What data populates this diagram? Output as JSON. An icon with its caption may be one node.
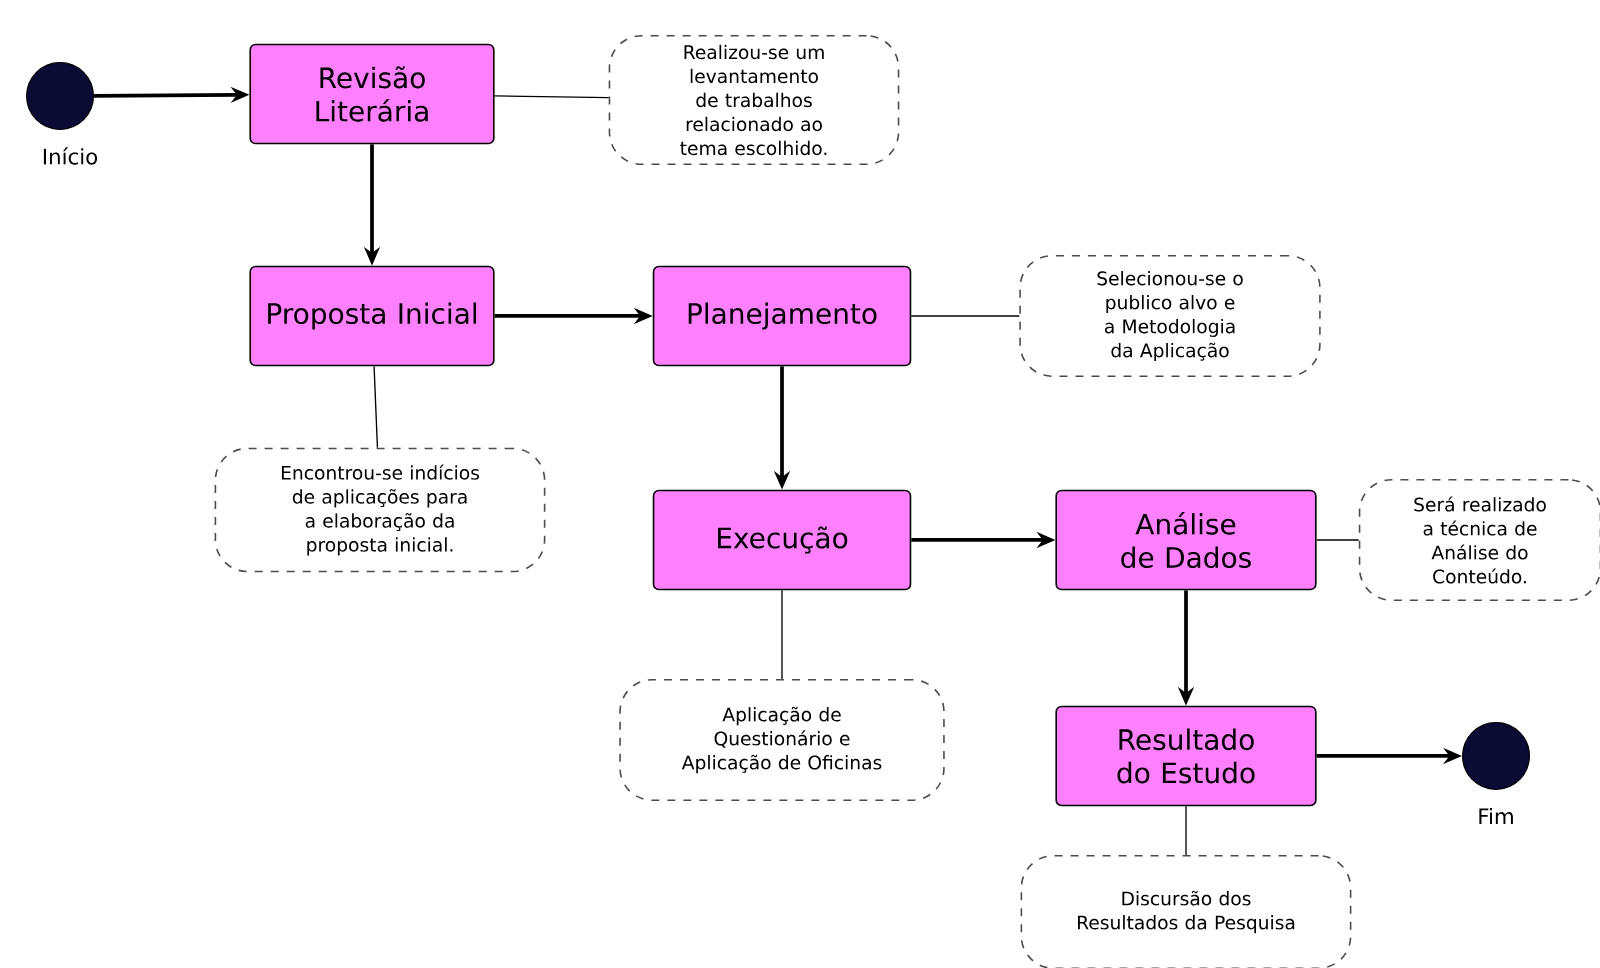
{
  "diagram": {
    "nodes": [
      {
        "text": [],
        "shape": "circle",
        "beside": [
          "Início"
        ]
      },
      {
        "text": [
          "Revisão Literária"
        ]
      },
      {
        "text": [
          "Realizou-se um levantamento de trabalhos relacionado ao tema escolhido."
        ]
      },
      {
        "text": [
          "Proposta Inicial"
        ]
      },
      {
        "text": [
          "Planejamento"
        ]
      },
      {
        "text": [
          "Selecionou-se o publico alvo e a Metodologia da Aplicação"
        ]
      },
      {
        "text": [
          "Encontrou-se indícios de aplicações para a elaboração da proposta inicial."
        ]
      },
      {
        "text": [
          "Execução"
        ]
      },
      {
        "text": [
          "Análise de Dados"
        ]
      },
      {
        "text": [
          "Será realizado a técnica de Análise do Conteúdo."
        ]
      },
      {
        "text": [
          "Aplicação de Questionário e Aplicação de Oficinas"
        ]
      },
      {
        "text": [
          "Resultado do Estudo"
        ]
      },
      {
        "text": [],
        "shape": "circle",
        "beside": [
          "Fim"
        ]
      },
      {
        "text": [
          "Discursão dos Resultados da Pesquisa"
        ]
      }
    ],
    "edges": [
      {
        "from": 0,
        "to": 1,
        "arrow": "to"
      },
      {
        "from": 1,
        "to": 2,
        "arrow": "none"
      },
      {
        "from": 1,
        "to": 3,
        "arrow": "to"
      },
      {
        "from": 3,
        "to": 4,
        "arrow": "to"
      },
      {
        "from": 3,
        "to": 6,
        "arrow": "none"
      },
      {
        "from": 4,
        "to": 5,
        "arrow": "none"
      },
      {
        "from": 4,
        "to": 7,
        "arrow": "to"
      },
      {
        "from": 7,
        "to": 8,
        "arrow": "to"
      },
      {
        "from": 7,
        "to": 10,
        "arrow": "none"
      },
      {
        "from": 8,
        "to": 9,
        "arrow": "none"
      },
      {
        "from": 8,
        "to": 11,
        "arrow": "to"
      },
      {
        "from": 11,
        "to": 12,
        "arrow": "to"
      },
      {
        "from": 11,
        "to": 13,
        "arrow": "none"
      }
    ]
  }
}
